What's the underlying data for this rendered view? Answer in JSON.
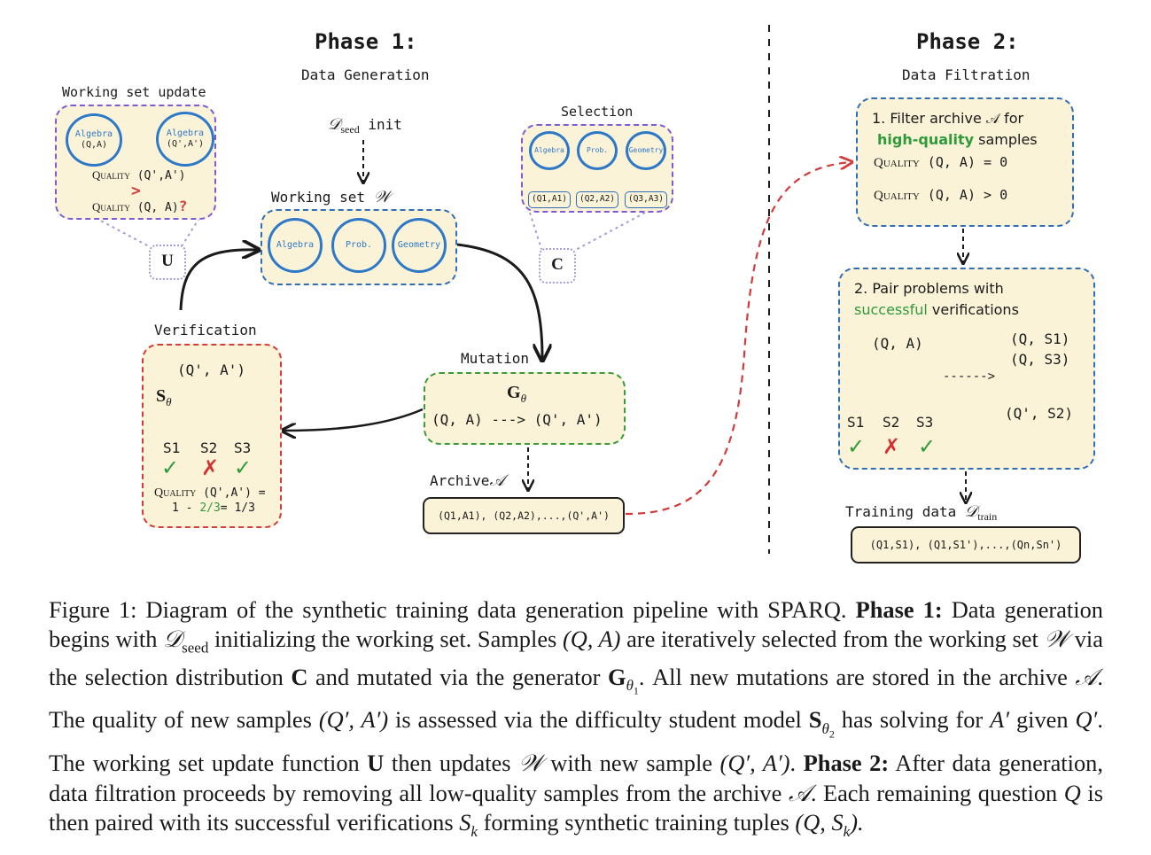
{
  "phase1": {
    "title": "Phase 1:",
    "subtitle": "Data Generation"
  },
  "phase2": {
    "title": "Phase 2:",
    "subtitle": "Data Filtration"
  },
  "working_set_update": {
    "label": "Working set update",
    "left_circle": {
      "name": "Algebra",
      "pair": "(Q,A)"
    },
    "right_circle": {
      "name": "Algebra",
      "pair": "(Q',A')"
    },
    "quality_word": "Quality",
    "quality_new": "(Q',A')",
    "greater": ">",
    "quality_old": "(Q, A)",
    "question": "?",
    "badge": "U"
  },
  "seed": {
    "symbol": "𝒟",
    "sub": "seed",
    "text": "init"
  },
  "working_set": {
    "label": "Working set",
    "symbol": "𝒲",
    "items": [
      "Algebra",
      "Prob.",
      "Geometry"
    ]
  },
  "selection": {
    "label": "Selection",
    "items": [
      {
        "name": "Algebra",
        "pair": "(Q1,A1)"
      },
      {
        "name": "Prob.",
        "pair": "(Q2,A2)"
      },
      {
        "name": "Geometry",
        "pair": "(Q3,A3)"
      }
    ],
    "badge": "C"
  },
  "verification": {
    "label": "Verification",
    "pair": "(Q', A')",
    "model": "S",
    "model_sub": "θ",
    "students": [
      {
        "label": "S1",
        "mark": "✓"
      },
      {
        "label": "S2",
        "mark": "✗"
      },
      {
        "label": "S3",
        "mark": "✓"
      }
    ],
    "quality_word": "Quality",
    "quality_pair": "(Q',A') =",
    "formula_a": "1 - ",
    "formula_b": "2/3",
    "formula_c": "= 1/3"
  },
  "mutation": {
    "label": "Mutation",
    "generator": "G",
    "generator_sub": "θ",
    "transform": "(Q, A) ---> (Q', A')"
  },
  "archive": {
    "label": "Archive",
    "symbol": "𝒜",
    "content": "(Q1,A1), (Q2,A2),...,(Q',A')"
  },
  "filter": {
    "line1": "1. Filter archive 𝒜 for",
    "line2_green": "high-quality",
    "line2_rest": " samples",
    "quality_word": "Quality",
    "bad": "(Q, A) = 0",
    "good": "(Q, A) > 0"
  },
  "pair": {
    "line1": "2. Pair problems with",
    "line2_green": "successful",
    "line2_rest": " verifications",
    "root": "(Q, A)",
    "students": [
      {
        "label": "S1",
        "mark": "✓"
      },
      {
        "label": "S2",
        "mark": "✗"
      },
      {
        "label": "S3",
        "mark": "✓"
      }
    ],
    "arrow": "------>",
    "kept": [
      "(Q, S1)",
      "(Q, S3)"
    ],
    "removed": "(Q', S2)"
  },
  "training": {
    "label": "Training data",
    "symbol": "𝒟",
    "sub": "train",
    "content": "(Q1,S1), (Q1,S1'),...,(Qn,Sn')"
  },
  "caption": {
    "l1": {
      "a": "Figure 1: Diagram of the synthetic training data generation pipeline with SPARQ.",
      "b": "Phase 1:",
      "c": "Data"
    },
    "l2": {
      "a": "generation begins with",
      "sym": "𝒟",
      "sub": "seed",
      "b": "initializing the working set.  Samples",
      "m": "(Q, A)",
      "c": "are iteratively selected"
    },
    "l3": {
      "a": "from the working set",
      "sym": "𝒲",
      "b": "via the selection distribution",
      "C": "C",
      "c": "and mutated via the generator",
      "G": "G",
      "gsub": "θ",
      "gsub2": "1",
      "d": ".  All"
    },
    "l4": {
      "a": "new mutations are stored in the archive",
      "sym": "𝒜",
      "b": ". The quality of new samples",
      "m": "(Q′, A′)",
      "c": "is assessed via the"
    },
    "l5": {
      "a": "difficulty student model",
      "S": "S",
      "ssub": "θ",
      "ssub2": "2",
      "b": "has solving for",
      "m1": "A′",
      "c": "given",
      "m2": "Q′",
      "d": ". The working set update function",
      "U": "U",
      "e": "then"
    },
    "l6": {
      "a": "updates",
      "sym": "𝒲",
      "b": "with new sample",
      "m": "(Q′, A′)",
      "c": ".",
      "p2": "Phase 2:",
      "d": "After data generation, data filtration proceeds by"
    },
    "l7": {
      "a": "removing all low-quality samples from the archive",
      "sym": "𝒜",
      "b": ". Each remaining question",
      "q": "Q",
      "c": "is then paired with"
    },
    "l8": {
      "a": "its successful verifications",
      "s": "S",
      "ssub": "k",
      "b": "forming synthetic training tuples",
      "m": "(Q, S",
      "msub": "k",
      "c": ")."
    }
  }
}
